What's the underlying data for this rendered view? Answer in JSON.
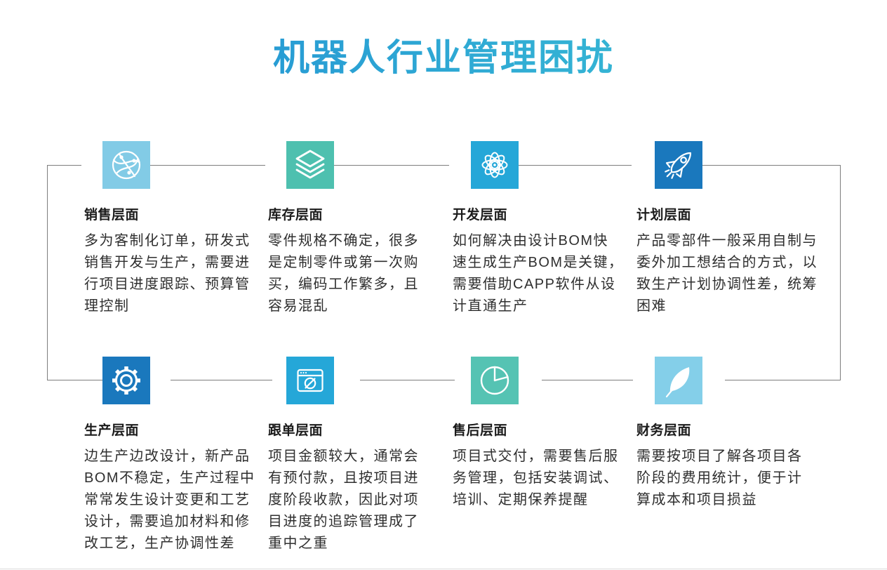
{
  "title": {
    "text": "机器人行业管理困扰",
    "gradient_from": "#1e8ad3",
    "gradient_to": "#3ec6d5"
  },
  "connector_color": "#7d7d7d",
  "sections": [
    {
      "id": "sales",
      "icon": "network-globe-icon",
      "color": "#82cbe6",
      "title": "销售层面",
      "body": "多为客制化订单，研发式\n销售开发与生产，需要进\n行项目进度跟踪、预算管\n理控制"
    },
    {
      "id": "inventory",
      "icon": "layers-icon",
      "color": "#4ec0af",
      "title": "库存层面",
      "body": "零件规格不确定，很多\n是定制零件或第一次购\n买，编码工作繁多，且\n容易混乱"
    },
    {
      "id": "development",
      "icon": "atom-icon",
      "color": "#25a7d8",
      "title": "开发层面",
      "body": "如何解决由设计BOM快\n速生成生产BOM是关键，\n需要借助CAPP软件从设\n计直通生产"
    },
    {
      "id": "planning",
      "icon": "rocket-icon",
      "color": "#1a78bd",
      "title": "计划层面",
      "body": "产品零部件一般采用自制与\n委外加工想结合的方式，以\n致生产计划协调性差，统筹\n困难"
    },
    {
      "id": "production",
      "icon": "gear-icon",
      "color": "#1a78bd",
      "title": "生产层面",
      "body": "边生产边改设计，新产品\nBOM不稳定，生产过程中\n常常发生设计变更和工艺\n设计，需要追加材料和修\n改工艺，生产协调性差"
    },
    {
      "id": "order-tracking",
      "icon": "browser-compass-icon",
      "color": "#25a7d8",
      "title": "跟单层面",
      "body": "项目金额较大，通常会\n有预付款，且按项目进\n度阶段收款，因此对项\n目进度的追踪管理成了\n重中之重"
    },
    {
      "id": "after-sales",
      "icon": "pie-chart-icon",
      "color": "#55c3b3",
      "title": "售后层面",
      "body": "项目式交付，需要售后服\n务管理，包括安装调试、\n培训、定期保养提醒"
    },
    {
      "id": "finance",
      "icon": "feather-icon",
      "color": "#84cfe9",
      "title": "财务层面",
      "body": "需要按项目了解各项目各\n阶段的费用统计，便于计\n算成本和项目损益"
    }
  ]
}
